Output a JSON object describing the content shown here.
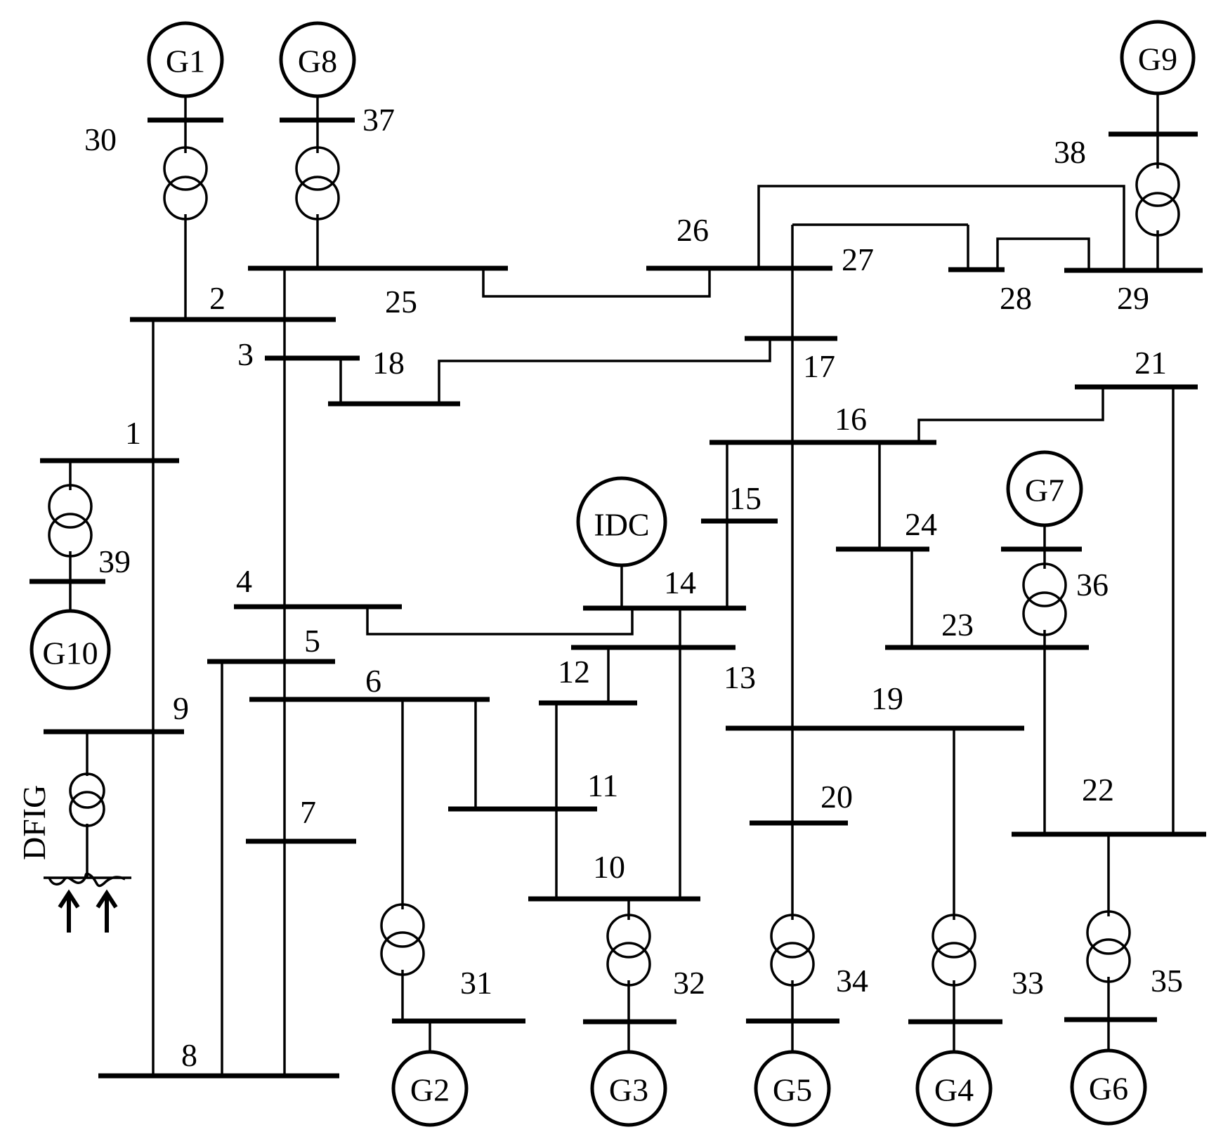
{
  "buses": {
    "b1": "1",
    "b2": "2",
    "b3": "3",
    "b4": "4",
    "b5": "5",
    "b6": "6",
    "b7": "7",
    "b8": "8",
    "b9": "9",
    "b10": "10",
    "b11": "11",
    "b12": "12",
    "b13": "13",
    "b14": "14",
    "b15": "15",
    "b16": "16",
    "b17": "17",
    "b18": "18",
    "b19": "19",
    "b20": "20",
    "b21": "21",
    "b22": "22",
    "b23": "23",
    "b24": "24",
    "b25": "25",
    "b26": "26",
    "b27": "27",
    "b28": "28",
    "b29": "29",
    "b30": "30",
    "b31": "31",
    "b32": "32",
    "b33": "33",
    "b34": "34",
    "b35": "35",
    "b36": "36",
    "b37": "37",
    "b38": "38",
    "b39": "39"
  },
  "generators": {
    "g1": "G1",
    "g2": "G2",
    "g3": "G3",
    "g4": "G4",
    "g5": "G5",
    "g6": "G6",
    "g7": "G7",
    "g8": "G8",
    "g9": "G9",
    "g10": "G10",
    "idc": "IDC"
  },
  "dfig_label": "DFIG"
}
